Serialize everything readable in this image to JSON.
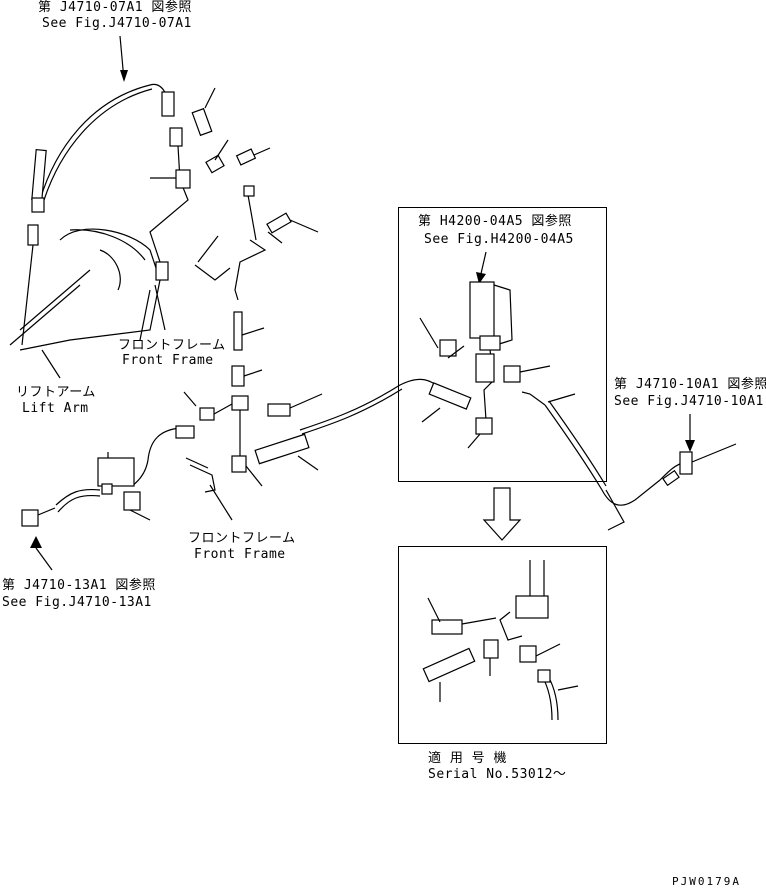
{
  "refs": {
    "top": {
      "jp": "第 J4710-07A1 図参照",
      "en": "See Fig.J4710-07A1"
    },
    "right": {
      "jp": "第 J4710-10A1 図参照",
      "en": "See Fig.J4710-10A1"
    },
    "bottom_left": {
      "jp": "第 J4710-13A1 図参照",
      "en": "See Fig.J4710-13A1"
    },
    "inset": {
      "jp": "第 H4200-04A5 図参照",
      "en": "See Fig.H4200-04A5"
    }
  },
  "labels": {
    "front_frame_upper": {
      "jp": "フロントフレーム",
      "en": "Front Frame"
    },
    "lift_arm": {
      "jp": "リフトアーム",
      "en": "Lift Arm"
    },
    "front_frame_lower": {
      "jp": "フロントフレーム",
      "en": "Front Frame"
    }
  },
  "serial": {
    "jp": "適 用 号 機",
    "en": "Serial No.53012〜"
  },
  "drawing_number": "PJW0179A"
}
